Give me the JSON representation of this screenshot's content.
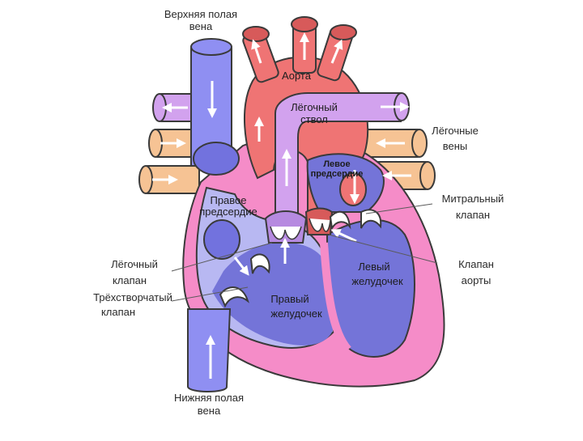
{
  "labels": {
    "superior_vena_cava": [
      "Верхняя полая",
      "вена"
    ],
    "aorta": "Аорта",
    "pulmonary_trunk": [
      "Лёгочный",
      "ствол"
    ],
    "pulmonary_veins": [
      "Лёгочные",
      "вены"
    ],
    "left_atrium": [
      "Левое",
      "предсердие"
    ],
    "right_atrium": [
      "Правое",
      "предсердие"
    ],
    "mitral_valve": [
      "Митральный",
      "клапан"
    ],
    "pulmonary_valve": [
      "Лёгочный",
      "клапан"
    ],
    "tricuspid_valve": [
      "Трёхстворчатый",
      "клапан"
    ],
    "left_ventricle": [
      "Левый",
      "желудочек"
    ],
    "aortic_valve": [
      "Клапан",
      "аорты"
    ],
    "right_ventricle": [
      "Правый",
      "желудочек"
    ],
    "inferior_vena_cava": [
      "Нижняя полая",
      "вена"
    ]
  },
  "colors": {
    "vena_blue": "#8f8ff2",
    "vena_dark": "#7272de",
    "aorta_red": "#ef7474",
    "pulmonary_purple": "#d2a2ee",
    "vein_orange": "#f6c394",
    "heart_pink": "#f58cc8",
    "atrium_light": "#b8b8f2",
    "ventricle_blue": "#7474d8"
  }
}
